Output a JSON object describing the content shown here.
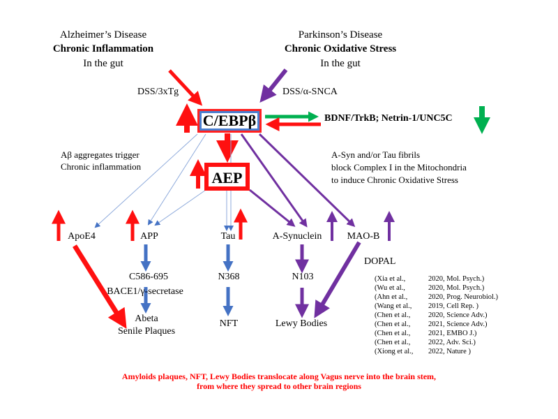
{
  "diagram": {
    "ad_header": {
      "disease": "Alzheimer’s Disease",
      "condition": "Chronic Inflammation",
      "location": "In the gut"
    },
    "pd_header": {
      "disease": "Parkinson’s Disease",
      "condition": "Chronic Oxidative Stress",
      "location": "In the gut"
    },
    "ad_model_label": "DSS/3xTg",
    "pd_model_label": "DSS/α-SNCA",
    "central_node": "C/EBPβ",
    "aep_node": "AEP",
    "neurotrophic_label": "BDNF/TrkB; Netrin-1/UNC5C",
    "abeta_note": [
      "Aβ aggregates trigger",
      "Chronic inflammation"
    ],
    "asyn_note": [
      "A-Syn and/or Tau fibrils",
      "block Complex I in the Mitochondria",
      "to induce Chronic Oxidative Stress"
    ],
    "targets": {
      "apoe4": "ApoE4",
      "app": "APP",
      "tau": "Tau",
      "asyn": "A-Synuclein",
      "maob": "MAO-B"
    },
    "fragments": {
      "app_fragment": "C586-695",
      "tau_fragment": "N368",
      "asyn_fragment": "N103",
      "dopal": "DOPAL",
      "secretase": "BACE1/γ-secretase"
    },
    "outcomes": {
      "abeta": [
        "Abeta",
        "Senile Plaques"
      ],
      "nft": "NFT",
      "lewy": "Lewy Bodies"
    },
    "references": [
      {
        "author": "(Xia et al.,",
        "citation": "2020, Mol. Psych.)"
      },
      {
        "author": "(Wu et al.,",
        "citation": "2020, Mol. Psych.)"
      },
      {
        "author": "(Ahn et al.,",
        "citation": "2020, Prog. Neurobiol.)"
      },
      {
        "author": "(Wang et al.,",
        "citation": "2019, Cell Rep. )"
      },
      {
        "author": "(Chen et al.,",
        "citation": "2020, Science Adv.)"
      },
      {
        "author": "(Chen et al.,",
        "citation": "2021, Science Adv.)"
      },
      {
        "author": "(Chen et al.,",
        "citation": "2021, EMBO J.)"
      },
      {
        "author": "(Chen et al.,",
        "citation": "2022, Adv. Sci.)"
      },
      {
        "author": "(Xiong et al.,",
        "citation": "2022, Nature )"
      }
    ],
    "footer": [
      "Amyloids plaques, NFT, Lewy Bodies translocate along Vagus nerve into the brain stem,",
      "from where they spread to other brain regions"
    ],
    "colors": {
      "red": "#ff1010",
      "purple": "#7030a0",
      "green": "#00b050",
      "blue": "#4472c4",
      "light_blue": "#8eaadb",
      "footer_red": "#ff0000"
    }
  }
}
